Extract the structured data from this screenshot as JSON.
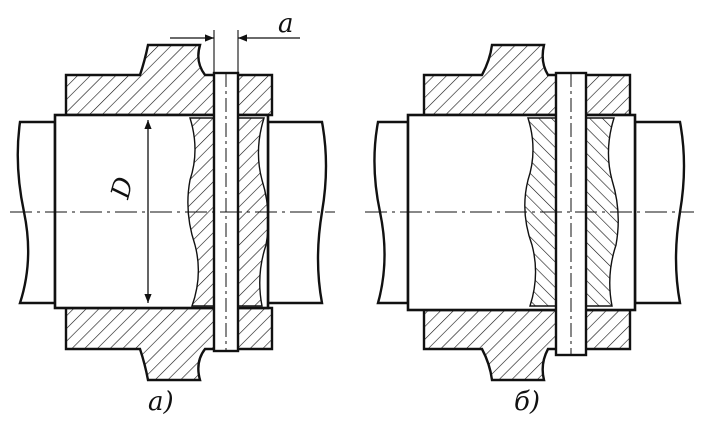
{
  "figure": {
    "dimension_letter": "a",
    "diameter_letter": "D",
    "left_caption": "a)",
    "right_caption": "б)"
  },
  "colors": {
    "ink": "#111111",
    "paper": "#ffffff"
  }
}
